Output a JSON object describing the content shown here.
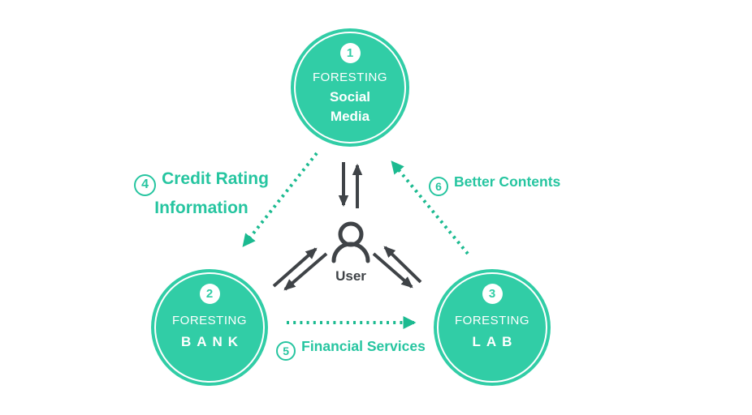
{
  "diagram": {
    "nodes": [
      {
        "number": "1",
        "brand": "FORESTING",
        "name": "Social Media"
      },
      {
        "number": "2",
        "brand": "FORESTING",
        "name": "BANK"
      },
      {
        "number": "3",
        "brand": "FORESTING",
        "name": "LAB"
      }
    ],
    "user_label": "User",
    "flows": [
      {
        "number": "4",
        "label": "Credit Rating Information",
        "from": "Social Media",
        "to": "BANK"
      },
      {
        "number": "5",
        "label": "Financial Services",
        "from": "BANK",
        "to": "LAB"
      },
      {
        "number": "6",
        "label": "Better Contents",
        "from": "LAB",
        "to": "Social Media"
      }
    ],
    "colors": {
      "node_fill": "#31cda6",
      "flow_accent": "#1bba90",
      "label_text": "#26c5a0",
      "arrow_dark": "#3f4347"
    }
  }
}
